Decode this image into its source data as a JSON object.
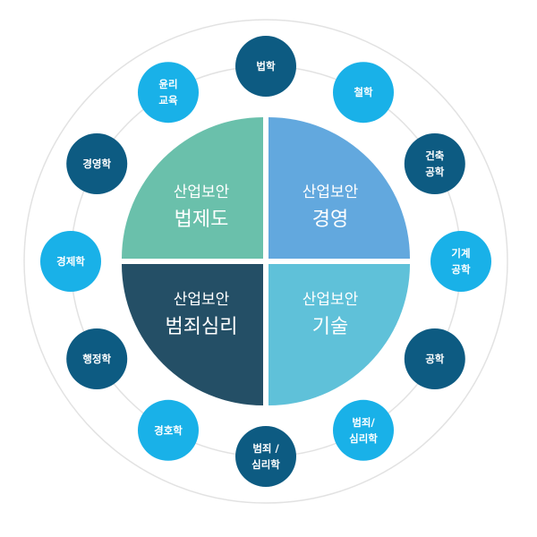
{
  "center": {
    "quadrants": [
      {
        "id": "law",
        "sub": "산업보안",
        "main": "법제도",
        "color": "#6ac0ab"
      },
      {
        "id": "management",
        "sub": "산업보안",
        "main": "경영",
        "color": "#62a8de"
      },
      {
        "id": "psychology",
        "sub": "산업보안",
        "main": "범죄심리",
        "color": "#244f66"
      },
      {
        "id": "technology",
        "sub": "산업보안",
        "main": "기술",
        "color": "#5fc1d9"
      }
    ]
  },
  "ring": {
    "items": [
      {
        "lines": [
          "법학"
        ],
        "color": "#0d5b82"
      },
      {
        "lines": [
          "철학"
        ],
        "color": "#19b1e8"
      },
      {
        "lines": [
          "건축",
          "공학"
        ],
        "color": "#0d5b82"
      },
      {
        "lines": [
          "기계",
          "공학"
        ],
        "color": "#19b1e8"
      },
      {
        "lines": [
          "공학"
        ],
        "color": "#0d5b82"
      },
      {
        "lines": [
          "범죄/",
          "심리학"
        ],
        "color": "#19b1e8"
      },
      {
        "lines": [
          "범죄 /",
          "심리학"
        ],
        "color": "#0d5b82"
      },
      {
        "lines": [
          "경호학"
        ],
        "color": "#19b1e8"
      },
      {
        "lines": [
          "행정학"
        ],
        "color": "#0d5b82"
      },
      {
        "lines": [
          "경제학"
        ],
        "color": "#19b1e8"
      },
      {
        "lines": [
          "경영학"
        ],
        "color": "#0d5b82"
      },
      {
        "lines": [
          "윤리",
          "교육"
        ],
        "color": "#19b1e8"
      }
    ]
  }
}
